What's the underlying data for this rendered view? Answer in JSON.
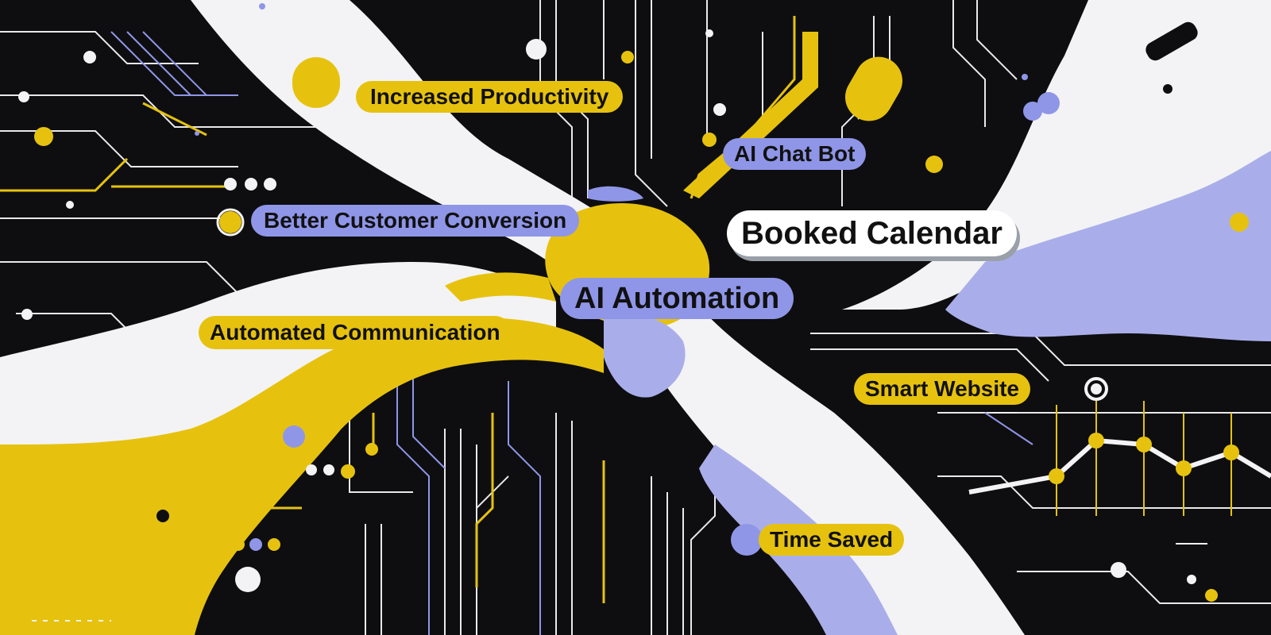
{
  "colors": {
    "background": "#0e0e10",
    "yellow": "#e6c20f",
    "lavender": "#8f96e8",
    "white": "#ffffff",
    "text": "#111111"
  },
  "labels": {
    "increased_productivity": "Increased Productivity",
    "ai_chat_bot": "AI Chat Bot",
    "better_customer_conversion": "Better Customer Conversion",
    "booked_calendar": "Booked Calendar",
    "ai_automation": "AI Automation",
    "automated_communication": "Automated Communication",
    "smart_website": "Smart Website",
    "time_saved": "Time Saved"
  }
}
